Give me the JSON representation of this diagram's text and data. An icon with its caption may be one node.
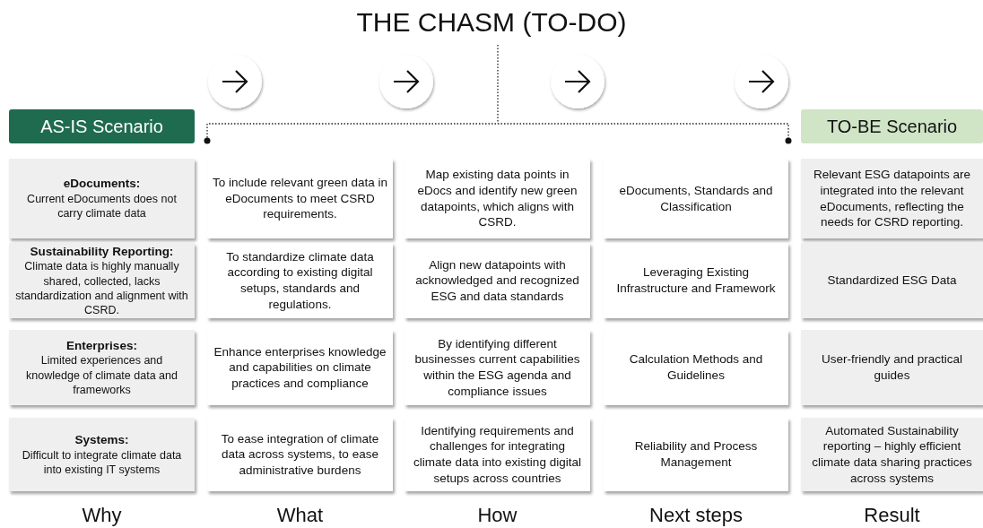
{
  "diagram": {
    "title": "THE CHASM (TO-DO)",
    "nodes": [
      {
        "text": [
          "AS-IS Scenario"
        ]
      },
      {
        "text": [
          "TO-BE Scenario"
        ]
      },
      {
        "text": [
          "eDocuments:",
          "Current eDocuments does not carry climate data"
        ]
      },
      {
        "text": [
          "To include relevant green data in eDocuments to meet CSRD requirements."
        ]
      },
      {
        "text": [
          "Map existing data points in eDocs and identify new green datapoints, which aligns with CSRD."
        ]
      },
      {
        "text": [
          "eDocuments, Standards and Classification"
        ]
      },
      {
        "text": [
          "Relevant ESG datapoints are integrated into the relevant eDocuments, reflecting the needs for CSRD reporting."
        ]
      },
      {
        "text": [
          "Sustainability Reporting:",
          "Climate data is highly manually shared, collected, lacks standardization and alignment with CSRD."
        ]
      },
      {
        "text": [
          "To standardize climate data according to existing digital setups, standards and regulations."
        ]
      },
      {
        "text": [
          "Align new datapoints with acknowledged and recognized ESG and data standards"
        ]
      },
      {
        "text": [
          "Leveraging Existing Infrastructure and Framework"
        ]
      },
      {
        "text": [
          "Standardized ESG Data"
        ]
      },
      {
        "text": [
          "Enterprises:",
          "Limited experiences and knowledge of climate data and frameworks"
        ]
      },
      {
        "text": [
          "Enhance enterprises knowledge and capabilities on climate practices and compliance"
        ]
      },
      {
        "text": [
          "By identifying different businesses current capabilities within the ESG agenda and compliance issues"
        ]
      },
      {
        "text": [
          "Calculation Methods and Guidelines"
        ]
      },
      {
        "text": [
          "User-friendly and practical guides"
        ]
      },
      {
        "text": [
          "Systems:",
          "Difficult to integrate climate data into existing IT systems"
        ]
      },
      {
        "text": [
          "To ease integration of climate data across systems, to ease administrative burdens"
        ]
      },
      {
        "text": [
          "Identifying requirements and challenges for integrating climate data into existing digital setups across countries"
        ]
      },
      {
        "text": [
          "Reliability and Process Management"
        ]
      },
      {
        "text": [
          "Automated Sustainability reporting – highly efficient climate data sharing practices across systems"
        ]
      }
    ],
    "labels": [
      "Why",
      "What",
      "How",
      "Next steps",
      "Result"
    ]
  }
}
